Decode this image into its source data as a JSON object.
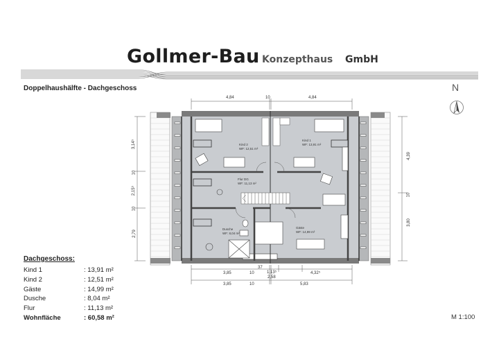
{
  "header": {
    "company": "Gollmer-Bau",
    "tagline": "Konzepthaus",
    "legal_form": "GmbH"
  },
  "plan": {
    "title": "Doppelhaushälfte - Dachgeschoss",
    "north_label": "N",
    "scale": "M 1:100"
  },
  "rooms": [
    {
      "name": "Kind 2",
      "area": "WF: 12,51 m²"
    },
    {
      "name": "Kind 1",
      "area": "WF: 13,91 m²"
    },
    {
      "name": "Flur DG",
      "area": "WF: 11,13 m²"
    },
    {
      "name": "Dusche",
      "area": "WF: 8,04 m²"
    },
    {
      "name": "Gäste",
      "area": "WF: 14,99 m²"
    }
  ],
  "dimensions": {
    "top": [
      "4,84",
      "10",
      "4,84"
    ],
    "left": [
      "3,14⁵",
      "10",
      "2,15⁵",
      "10",
      "2,79"
    ],
    "right": [
      "4,39",
      "10",
      "3,80"
    ],
    "bottom_row1": [
      "3,85",
      "10",
      "37",
      "1,13⁵",
      "2,58",
      "4,32⁵"
    ],
    "bottom_row2": [
      "3,85",
      "10",
      "5,83"
    ]
  },
  "area_table": {
    "title": "Dachgeschoss:",
    "rows": [
      {
        "label": "Kind 1",
        "value": ": 13,91 m²"
      },
      {
        "label": "Kind 2",
        "value": ": 12,51 m²"
      },
      {
        "label": "Gäste",
        "value": ": 14,99 m²"
      },
      {
        "label": "Dusche",
        "value": ": 8,04 m²"
      },
      {
        "label": "Flur",
        "value": ": 11,13 m²"
      }
    ],
    "total": {
      "label": "Wohnfläche",
      "value": ": 60,58 m²"
    }
  },
  "colors": {
    "floor": "#c9ccd0",
    "wall": "#6e6e6e",
    "roof_hatch": "#f2f2f2",
    "dim_line": "#555555"
  }
}
